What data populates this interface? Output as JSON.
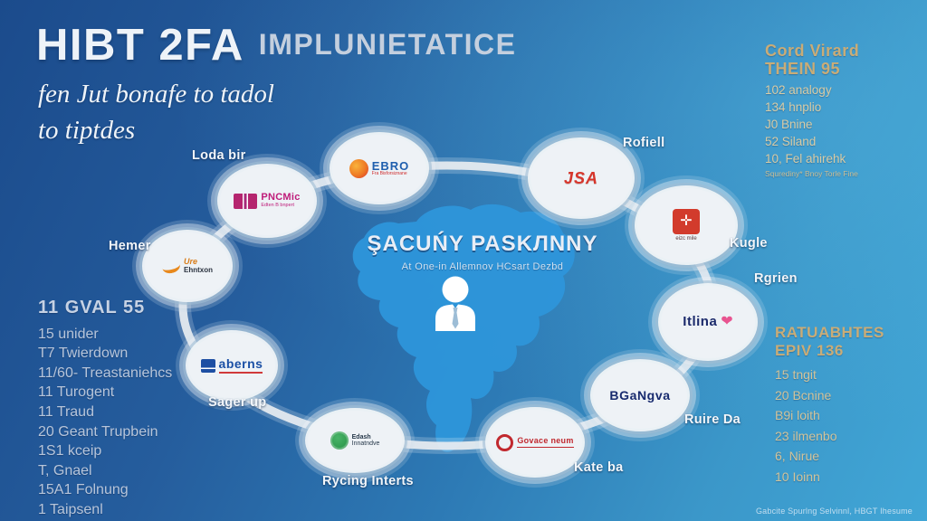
{
  "title": {
    "main": "HIBT 2FA",
    "caps": "IMPLUNIETATICE",
    "subtitle_line1": "fen Jut bonafe to tadol",
    "subtitle_line2": "to tiptdes"
  },
  "top_right_panel": {
    "heading1": "Cord Virard",
    "heading2": "THEIN 95",
    "items": [
      "102 analogy",
      "134 hnplio",
      "J0 Bnine",
      "52 Siland",
      "10, Fel ahirehk"
    ],
    "footnote": "Squrediny* Bnoy Torle Fine"
  },
  "left_panel": {
    "heading": "11 GVAL 55",
    "items": [
      "15 unider",
      "T7 Twierdown",
      "11/60- Treastaniehcs",
      "11 Turogent",
      "11 Traud",
      "20 Geant Trupbein",
      "1S1 kceip",
      "T, Gnael",
      "15A1 Folnung",
      "1 Taipsenl"
    ]
  },
  "right_panel": {
    "heading1": "RATUABHTES",
    "heading2": "EPIV 136",
    "items": [
      "15 tngit",
      "20 Bcnine",
      "B9i loith",
      "23 ilmenbo",
      "6, Nirue",
      "10 Ioinn"
    ]
  },
  "center": {
    "heading": "ŞACUŃY PASKЛNNY",
    "subheading": "At One-in Allemnov HCsart Dezbd",
    "map_icon": "country-map-silhouette",
    "person_icon": "person-with-tie"
  },
  "nodes": [
    {
      "label": "Loda bir",
      "logo_text": "PNCMic",
      "logo_sub": "Edten B bnpert"
    },
    {
      "label": "",
      "logo_text": "EBRO",
      "logo_sub": "Fra Bisforsiznane"
    },
    {
      "label": "Rofiell",
      "logo_text": "JSA",
      "logo_sub": ""
    },
    {
      "label": "Kugle",
      "logo_text": "",
      "logo_sub": "eizc mile"
    },
    {
      "label": "Rgrien",
      "logo_text": "Itlina",
      "logo_sub": ""
    },
    {
      "label": "Ruire Da",
      "logo_text": "BGaNgva",
      "logo_sub": ""
    },
    {
      "label": "Kate ba",
      "logo_text": "Govace neum",
      "logo_sub": ""
    },
    {
      "label": "Rycing Interts",
      "logo_text": "Edash",
      "logo_sub": "Innatndve"
    },
    {
      "label": "Sager up",
      "logo_text": "aberns",
      "logo_sub": ""
    },
    {
      "label": "Hemer",
      "logo_text": "Ure",
      "logo_sub": "Ehntxon"
    }
  ],
  "footer": {
    "text": "Gabcite Spurlng Selvinnl, HBGT Ihesume"
  },
  "colors": {
    "bg_dark": "#1b4b8c",
    "bg_light": "#41a6d6",
    "map_fill": "#2e95da",
    "accent_tan": "#c9ac77",
    "list_cream": "#d8cca6",
    "list_steel": "#b7c5da",
    "node_fill": "#eef2f6"
  }
}
